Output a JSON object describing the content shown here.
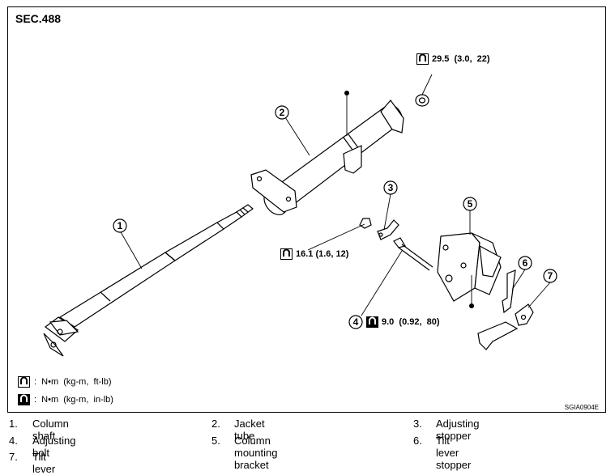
{
  "section": "SEC.488",
  "figure_code": "SGIA0904E",
  "callouts": [
    "1",
    "2",
    "3",
    "4",
    "5",
    "6",
    "7"
  ],
  "torques": {
    "t1": "29.5  (3.0,  22)",
    "t2": "16.1 (1.6, 12)",
    "t3": "9.0  (0.92,  80)"
  },
  "legend": {
    "ftlb": ":  N•m  (kg-m,  ft-lb)",
    "inlb": ":  N•m  (kg-m,  in-lb)"
  },
  "parts": [
    {
      "num": "1.",
      "name": "Column shaft"
    },
    {
      "num": "2.",
      "name": "Jacket tube"
    },
    {
      "num": "3.",
      "name": "Adjusting stopper"
    },
    {
      "num": "4.",
      "name": "Adjusting bolt"
    },
    {
      "num": "5.",
      "name": "Column mounting bracket"
    },
    {
      "num": "6.",
      "name": "Tilt lever stopper"
    },
    {
      "num": "7.",
      "name": "Tilt lever"
    }
  ]
}
